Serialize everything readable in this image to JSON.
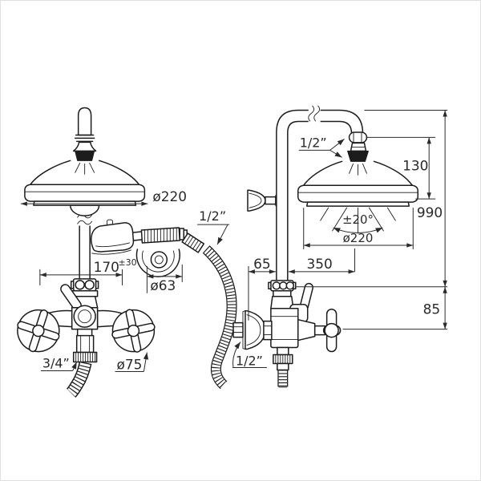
{
  "drawing": {
    "type": "technical-dimension-drawing",
    "subject": "Shower column with rain head, diverter mixer and handshower — front and side views"
  },
  "colors": {
    "line": "#1c1c1c",
    "dimension": "#2a2a2a",
    "background": "#ffffff"
  },
  "labels": {
    "front": {
      "head_diameter": "ø220",
      "handshower_hose_thread": "1/2”",
      "centers_distance": "170",
      "centers_tolerance": "±30",
      "cradle_diameter": "ø63",
      "outlet_thread": "3/4”",
      "handle_diameter": "ø75"
    },
    "side": {
      "head_connection_thread": "1/2”",
      "head_height": "130",
      "total_height": "990",
      "wall_distance": "65",
      "arm_reach": "350",
      "spray_angle": "±20°",
      "head_diameter": "ø220",
      "valve_offset": "85",
      "inlet_thread": "1/2”"
    }
  }
}
